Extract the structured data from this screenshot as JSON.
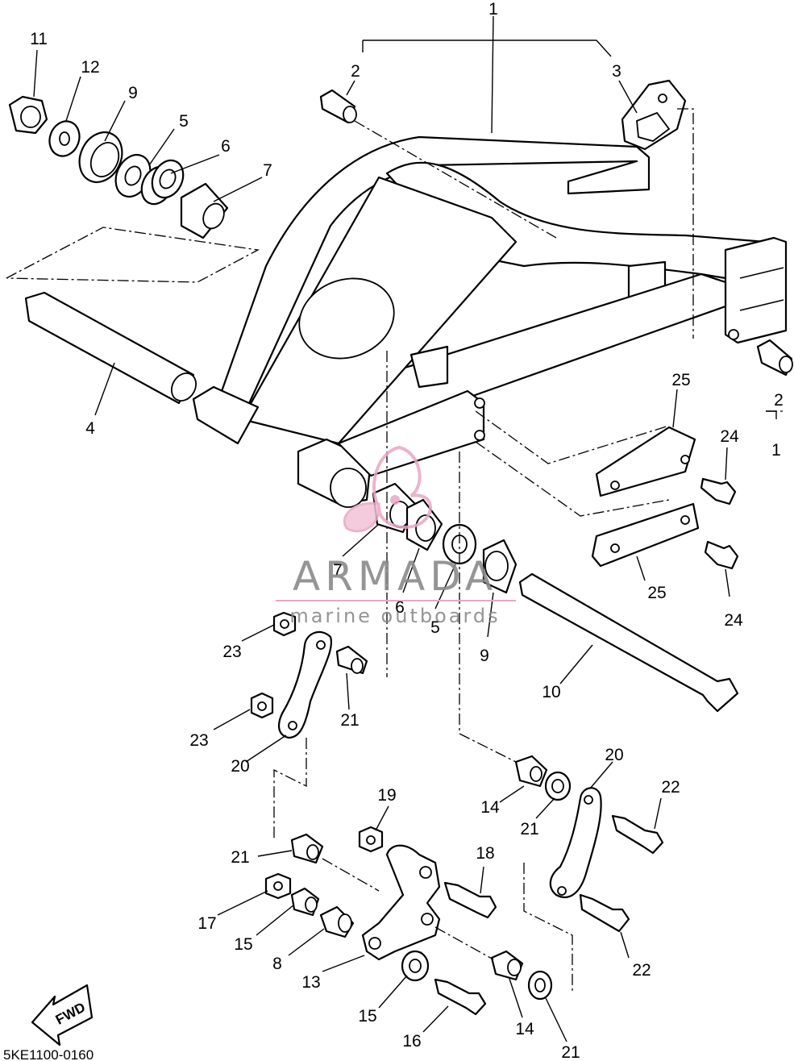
{
  "diagram_code": "5KE1100-0160",
  "fwd_label": "FWD",
  "watermark": {
    "title": "ARMADA",
    "subtitle": "marine outboards"
  },
  "callouts": {
    "c1_top": "1",
    "c1_right": "1",
    "c2_top": "2",
    "c2_right": "2",
    "c3": "3",
    "c4": "4",
    "c5_top": "5",
    "c5_mid": "5",
    "c6_top": "6",
    "c6_mid": "6",
    "c7_top": "7",
    "c7_mid": "7",
    "c8": "8",
    "c9_top": "9",
    "c9_mid": "9",
    "c10": "10",
    "c11": "11",
    "c12": "12",
    "c13": "13",
    "c14_a": "14",
    "c14_b": "14",
    "c15_a": "15",
    "c15_b": "15",
    "c16": "16",
    "c17": "17",
    "c18": "18",
    "c19": "19",
    "c20_left": "20",
    "c20_right": "20",
    "c21_a": "21",
    "c21_b": "21",
    "c21_c": "21",
    "c21_d": "21",
    "c22_a": "22",
    "c22_b": "22",
    "c23_a": "23",
    "c23_b": "23",
    "c24_a": "24",
    "c24_b": "24",
    "c25_a": "25",
    "c25_b": "25"
  }
}
